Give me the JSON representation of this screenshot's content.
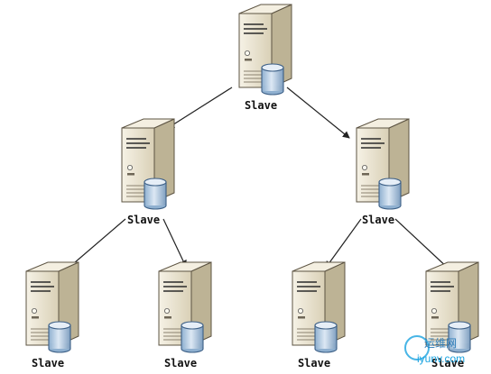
{
  "diagram": {
    "nodes": [
      {
        "id": "n1",
        "label": "Slave",
        "level": 0
      },
      {
        "id": "n2",
        "label": "Slave",
        "level": 1
      },
      {
        "id": "n3",
        "label": "Slave",
        "level": 1
      },
      {
        "id": "n4",
        "label": "Slave",
        "level": 2
      },
      {
        "id": "n5",
        "label": "Slave",
        "level": 2
      },
      {
        "id": "n6",
        "label": "Slave",
        "level": 2
      },
      {
        "id": "n7",
        "label": "Slave",
        "level": 2
      }
    ],
    "edges": [
      {
        "from": "n1",
        "to": "n2"
      },
      {
        "from": "n1",
        "to": "n3"
      },
      {
        "from": "n2",
        "to": "n4"
      },
      {
        "from": "n2",
        "to": "n5"
      },
      {
        "from": "n3",
        "to": "n6"
      },
      {
        "from": "n3",
        "to": "n7"
      }
    ]
  },
  "watermark": {
    "site_cn": "运维网",
    "url": "iyunv.com"
  },
  "colors": {
    "server_body": "#ece6d4",
    "server_side": "#bdb395",
    "server_outline": "#5d5443",
    "db_body": "#b9cde2",
    "db_outline": "#3c5f86",
    "edge": "#222222",
    "label": "#111111",
    "watermark_cn": "#2e7db9",
    "watermark_url": "#1aa3e0"
  }
}
